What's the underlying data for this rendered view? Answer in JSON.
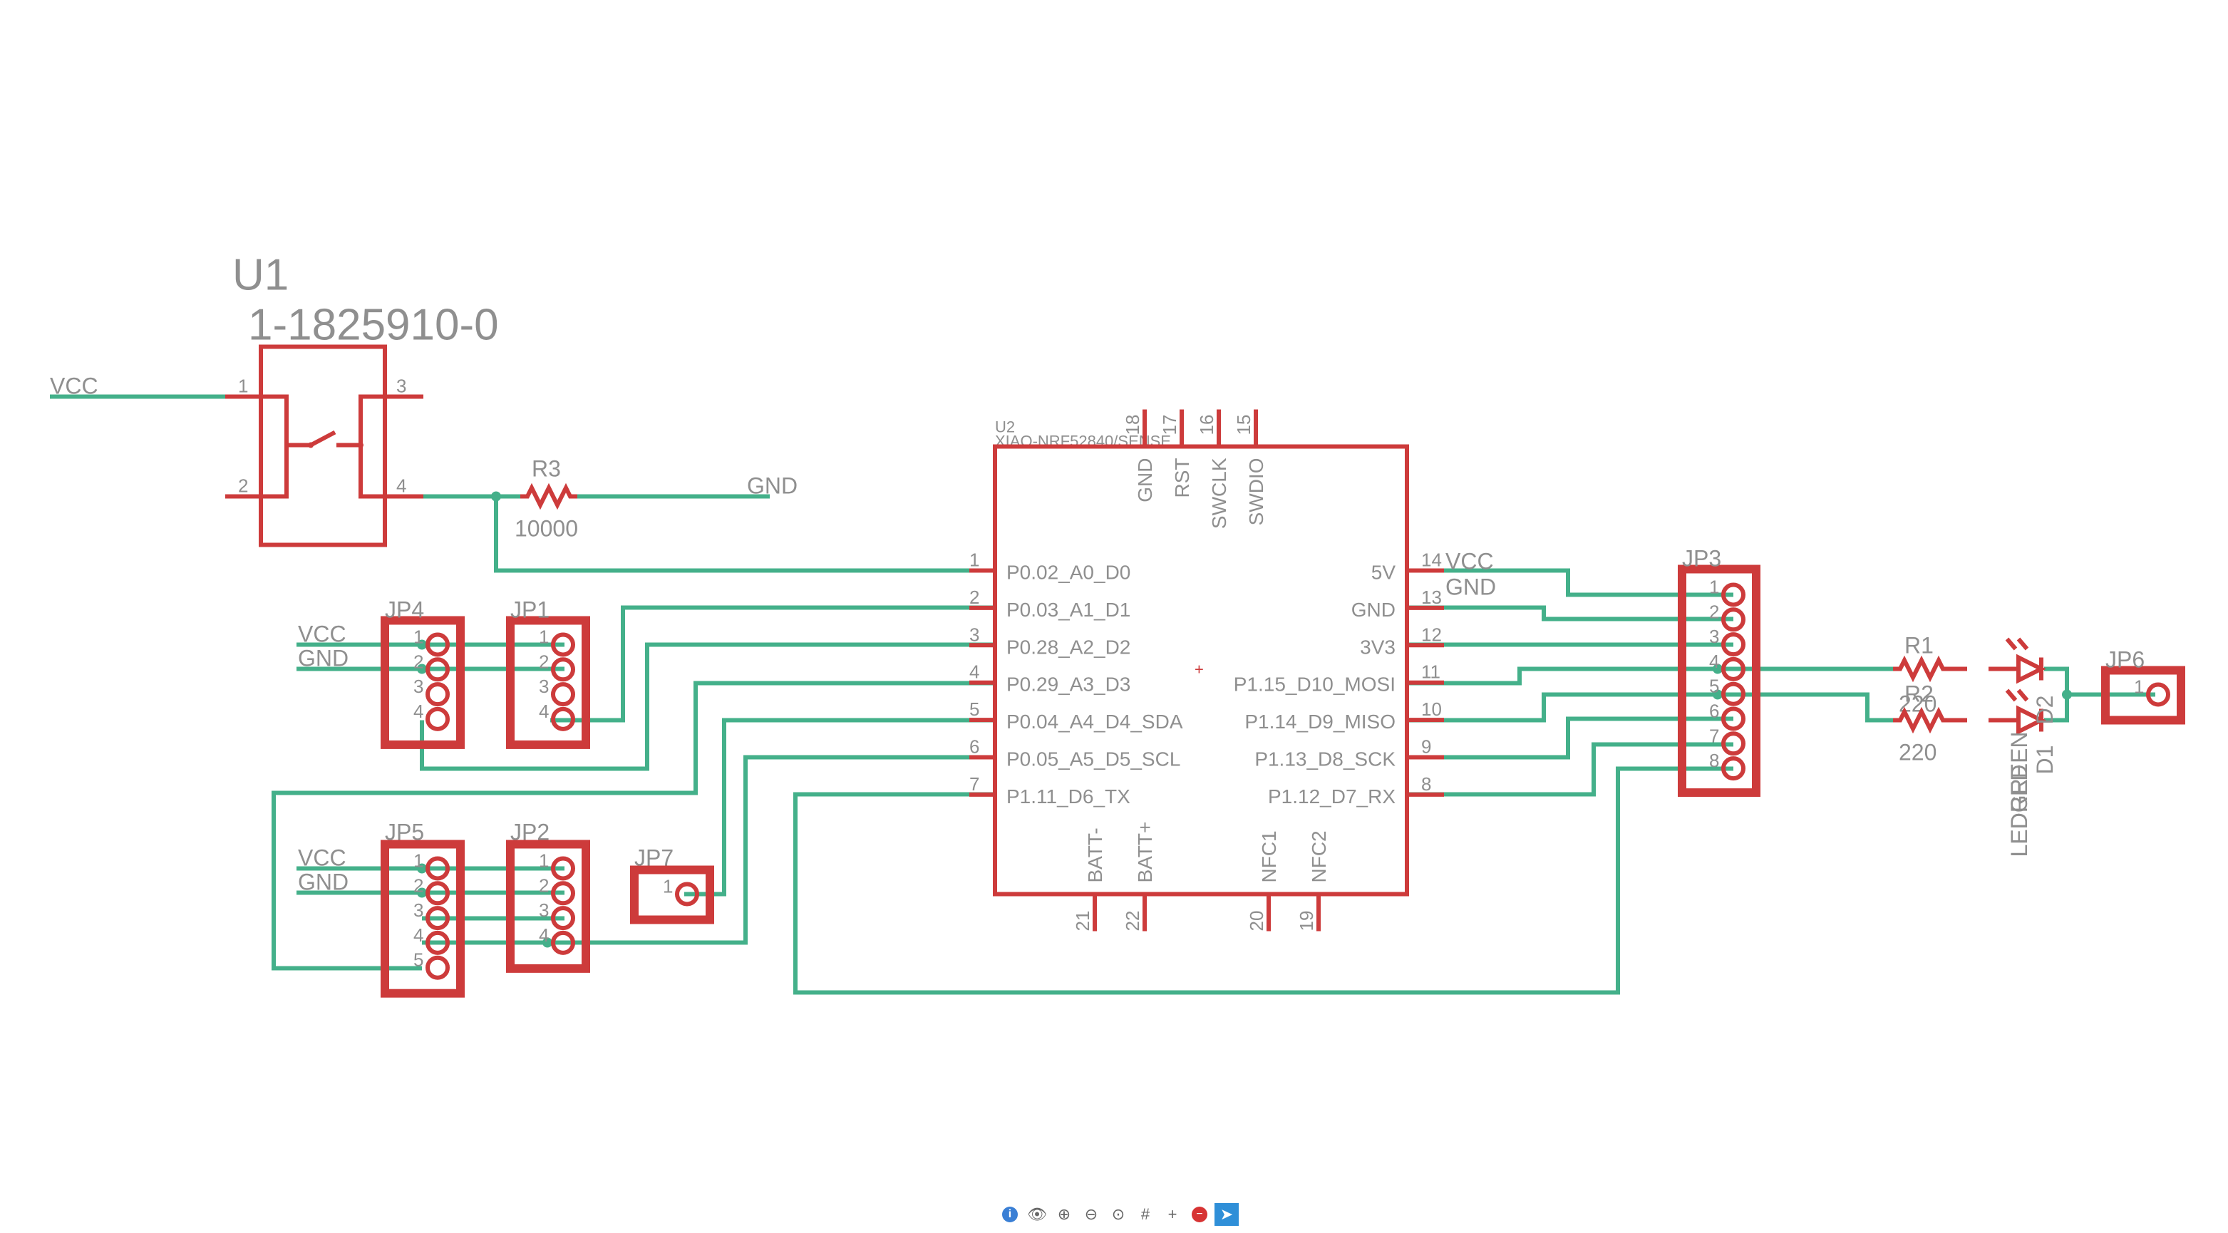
{
  "schematic": {
    "u1": {
      "name": "U1",
      "value": "1-1825910-0",
      "pins": [
        "1",
        "2",
        "3",
        "4"
      ]
    },
    "u2": {
      "name": "U2",
      "value": "XIAO-NRF52840/SENSE",
      "left_pins": [
        {
          "num": "1",
          "name": "P0.02_A0_D0"
        },
        {
          "num": "2",
          "name": "P0.03_A1_D1"
        },
        {
          "num": "3",
          "name": "P0.28_A2_D2"
        },
        {
          "num": "4",
          "name": "P0.29_A3_D3"
        },
        {
          "num": "5",
          "name": "P0.04_A4_D4_SDA"
        },
        {
          "num": "6",
          "name": "P0.05_A5_D5_SCL"
        },
        {
          "num": "7",
          "name": "P1.11_D6_TX"
        }
      ],
      "right_pins": [
        {
          "num": "14",
          "name": "5V"
        },
        {
          "num": "13",
          "name": "GND"
        },
        {
          "num": "12",
          "name": "3V3"
        },
        {
          "num": "11",
          "name": "P1.15_D10_MOSI"
        },
        {
          "num": "10",
          "name": "P1.14_D9_MISO"
        },
        {
          "num": "9",
          "name": "P1.13_D8_SCK"
        },
        {
          "num": "8",
          "name": "P1.12_D7_RX"
        }
      ],
      "top_pins": [
        {
          "num": "18",
          "name": "GND"
        },
        {
          "num": "17",
          "name": "RST"
        },
        {
          "num": "16",
          "name": "SWCLK"
        },
        {
          "num": "15",
          "name": "SWDIO"
        }
      ],
      "bottom_pins": [
        {
          "num": "21",
          "name": "BATT-"
        },
        {
          "num": "22",
          "name": "BATT+"
        },
        {
          "num": "20",
          "name": "NFC1"
        },
        {
          "num": "19",
          "name": "NFC2"
        }
      ]
    },
    "r3": {
      "name": "R3",
      "value": "10000"
    },
    "r1": {
      "name": "R1",
      "value": "220"
    },
    "r2": {
      "name": "R2",
      "value": "220"
    },
    "d1": {
      "name": "D1",
      "value": "LEDRED"
    },
    "d2": {
      "name": "D2",
      "value": "LEDGREEN"
    },
    "connectors": {
      "jp1": {
        "name": "JP1",
        "pins": [
          "1",
          "2",
          "3",
          "4"
        ]
      },
      "jp2": {
        "name": "JP2",
        "pins": [
          "1",
          "2",
          "3",
          "4"
        ]
      },
      "jp3": {
        "name": "JP3",
        "pins": [
          "1",
          "2",
          "3",
          "4",
          "5",
          "6",
          "7",
          "8"
        ]
      },
      "jp4": {
        "name": "JP4",
        "pins": [
          "1",
          "2",
          "3",
          "4"
        ]
      },
      "jp5": {
        "name": "JP5",
        "pins": [
          "1",
          "2",
          "3",
          "4",
          "5"
        ]
      },
      "jp6": {
        "name": "JP6",
        "pins": [
          "1"
        ]
      },
      "jp7": {
        "name": "JP7",
        "pins": [
          "1"
        ]
      }
    },
    "net_labels": {
      "vcc_u1": "VCC",
      "gnd_r3": "GND",
      "vcc_jp4": "VCC",
      "gnd_jp4": "GND",
      "vcc_jp5": "VCC",
      "gnd_jp5": "GND",
      "vcc_u2": "VCC",
      "gnd_u2": "GND"
    },
    "colors": {
      "symbol": "#cd3b3b",
      "wire": "#44b08a",
      "text": "#8f8f8f"
    }
  },
  "toolbar": {
    "items": [
      {
        "name": "info-button",
        "icon": "info-icon",
        "glyph": "i"
      },
      {
        "name": "show-button",
        "icon": "eye-icon",
        "glyph": "👁"
      },
      {
        "name": "zoom-in-button",
        "icon": "zoom-in-icon",
        "glyph": "⊕"
      },
      {
        "name": "zoom-out-button",
        "icon": "zoom-out-icon",
        "glyph": "⊖"
      },
      {
        "name": "zoom-fit-button",
        "icon": "zoom-fit-icon",
        "glyph": "⊙"
      },
      {
        "name": "grid-button",
        "icon": "grid-icon",
        "glyph": "#"
      },
      {
        "name": "add-button",
        "icon": "plus-icon",
        "glyph": "+"
      },
      {
        "name": "stop-button",
        "icon": "stop-icon",
        "glyph": "−"
      },
      {
        "name": "select-button",
        "icon": "pointer-icon",
        "glyph": "➤"
      }
    ]
  }
}
